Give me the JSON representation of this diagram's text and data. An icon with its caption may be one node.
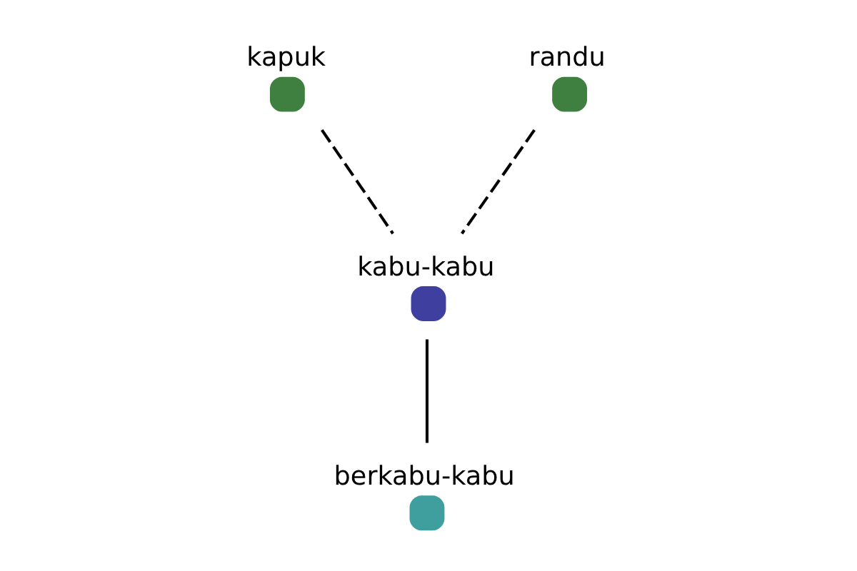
{
  "diagram": {
    "nodes": [
      {
        "text": [
          "kapuk"
        ]
      },
      {
        "text": [
          "randu"
        ]
      },
      {
        "text": [
          "kabu-kabu"
        ]
      },
      {
        "text": [
          "berkabu-kabu"
        ]
      }
    ],
    "edges": [
      {
        "from": 0,
        "to": 2,
        "arrow": "none",
        "style": "dashed"
      },
      {
        "from": 1,
        "to": 2,
        "arrow": "none",
        "style": "dashed"
      },
      {
        "from": 2,
        "to": 3,
        "arrow": "none"
      }
    ]
  }
}
